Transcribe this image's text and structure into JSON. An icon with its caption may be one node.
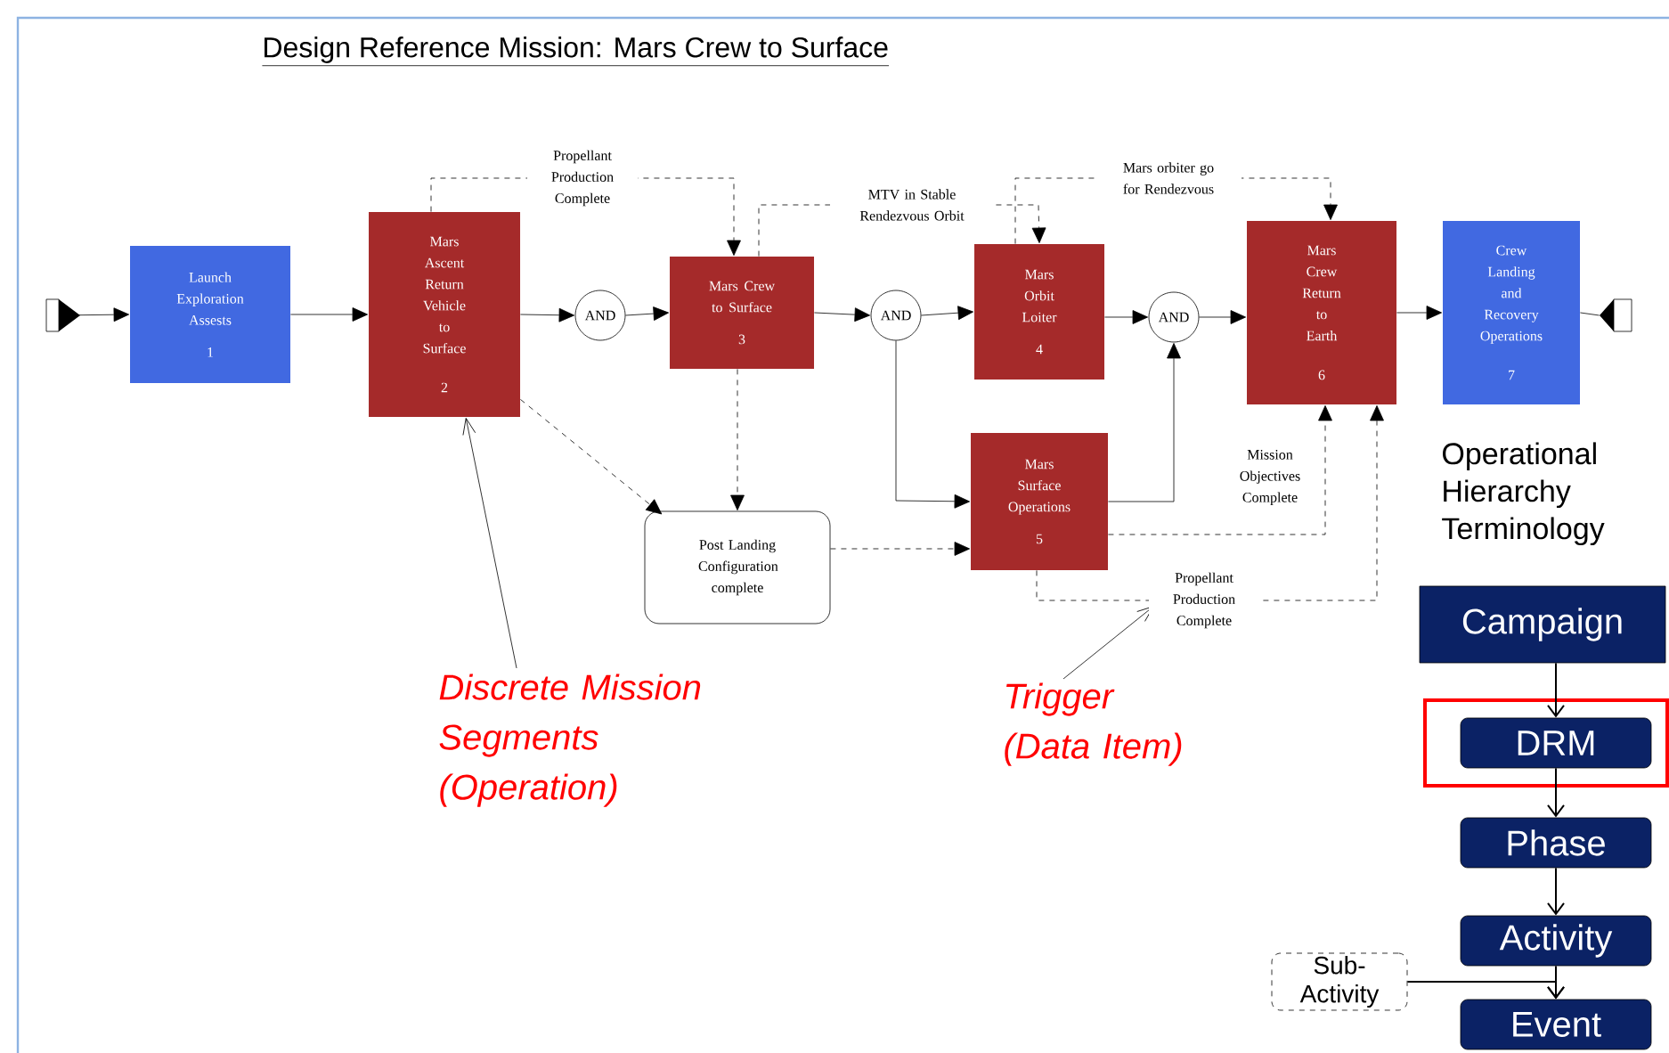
{
  "diagram": {
    "title": "Design Reference Mission: Mars Crew to Surface",
    "nodes": [
      {
        "text": [],
        "shape": "box"
      },
      {
        "text": [
          "Launch Exploration Assests",
          "1"
        ]
      },
      {
        "text": [
          "Mars Ascent Return Vehicle to Surface",
          "2"
        ]
      },
      {
        "text": [
          "AND"
        ]
      },
      {
        "text": [
          "Mars Crew to Surface",
          "3"
        ]
      },
      {
        "text": [
          "AND"
        ]
      },
      {
        "text": [
          "Mars Orbit Loiter",
          "4"
        ]
      },
      {
        "text": [
          "Mars Surface Operations",
          "5"
        ]
      },
      {
        "text": [
          "Post Landing Configuration complete"
        ]
      },
      {
        "text": [
          "AND"
        ]
      },
      {
        "text": [
          "Mars Crew Return to Earth",
          "6"
        ]
      },
      {
        "text": [
          "Crew Landing and Recovery Operations",
          "7"
        ]
      },
      {
        "text": [],
        "shape": "box"
      },
      {
        "text": [
          "Discrete Mission Segments (Operation)"
        ]
      },
      {
        "text": [
          "Trigger (Data Item)"
        ]
      },
      {
        "text": [
          "Campaign"
        ]
      },
      {
        "text": [],
        "shape": "box"
      },
      {
        "text": [
          "DRM"
        ],
        "in": 16
      },
      {
        "text": [
          "Phase"
        ]
      },
      {
        "text": [
          "Activity"
        ]
      },
      {
        "text": [
          "Sub-Activity"
        ]
      },
      {
        "text": [
          "Event"
        ]
      }
    ],
    "edges": [
      {
        "from": 0,
        "to": 1,
        "arrow": "to"
      },
      {
        "from": 1,
        "to": 2,
        "arrow": "to"
      },
      {
        "from": 2,
        "to": 3,
        "arrow": "to"
      },
      {
        "from": 3,
        "to": 4,
        "arrow": "to"
      },
      {
        "from": 2,
        "to": 4,
        "arrow": "to",
        "style": "dashed",
        "label": "Propellant Production Complete"
      },
      {
        "from": 4,
        "to": 5,
        "arrow": "to"
      },
      {
        "from": 4,
        "to": 6,
        "arrow": "to",
        "style": "dashed",
        "label": "MTV in Stable Rendezvous Orbit"
      },
      {
        "from": 4,
        "to": 8,
        "arrow": "to",
        "style": "dashed"
      },
      {
        "from": 2,
        "to": 8,
        "arrow": "to",
        "style": "dashed"
      },
      {
        "from": 5,
        "to": 6,
        "arrow": "to"
      },
      {
        "from": 5,
        "to": 7,
        "arrow": "to"
      },
      {
        "from": 6,
        "to": 9,
        "arrow": "to"
      },
      {
        "from": 7,
        "to": 9,
        "arrow": "to"
      },
      {
        "from": 6,
        "to": 10,
        "arrow": "to",
        "style": "dashed",
        "label": "Mars orbiter go for Rendezvous"
      },
      {
        "from": 8,
        "to": 7,
        "arrow": "to",
        "style": "dashed"
      },
      {
        "from": 7,
        "to": 10,
        "arrow": "to",
        "style": "dashed",
        "label": "Mission Objectives Complete"
      },
      {
        "from": 7,
        "to": 10,
        "arrow": "to",
        "style": "dashed",
        "label": "Propellant Production Complete"
      },
      {
        "from": 9,
        "to": 10,
        "arrow": "to"
      },
      {
        "from": 10,
        "to": 11,
        "arrow": "to"
      },
      {
        "from": 11,
        "to": 12,
        "arrow": "none"
      },
      {
        "from": 13,
        "to": 2,
        "arrow": "to"
      },
      {
        "from": 14,
        "to": null,
        "arrow": "to"
      },
      {
        "from": 15,
        "to": 17,
        "arrow": "to"
      },
      {
        "from": 17,
        "to": 18,
        "arrow": "to"
      },
      {
        "from": 18,
        "to": 19,
        "arrow": "to"
      },
      {
        "from": 19,
        "to": 21,
        "arrow": "to"
      },
      {
        "from": 20,
        "to": 21,
        "arrow": "to"
      }
    ],
    "labels": [
      "Operational Hierarchy Terminology"
    ]
  }
}
